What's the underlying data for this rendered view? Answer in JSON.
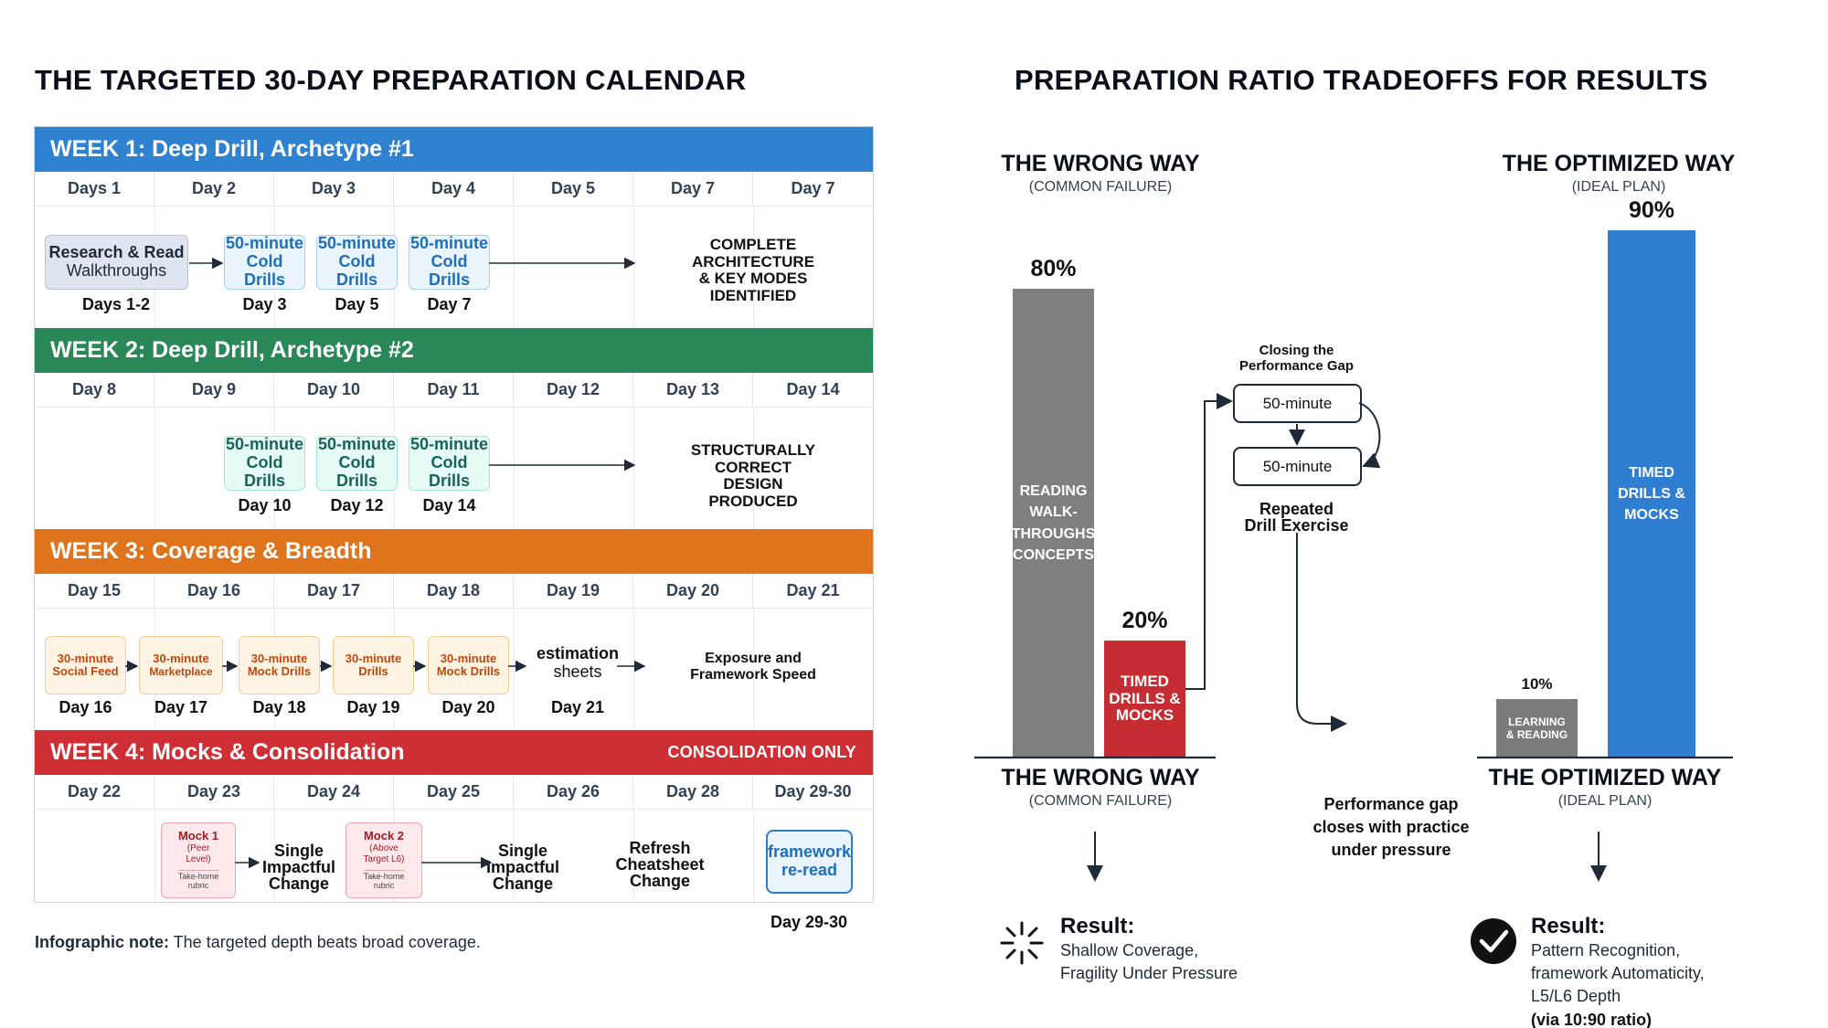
{
  "left_title": "THE TARGETED 30-DAY PREPARATION CALENDAR",
  "right_title": "PREPARATION RATIO TRADEOFFS FOR RESULTS",
  "colors": {
    "week1": "#2f82d0",
    "week2": "#2a8758",
    "week3": "#e0741d",
    "week4": "#cf2e35",
    "wrong_bar": "#7f7f7f",
    "timed_red": "#c62d32",
    "learning_gray": "#7b7b7b",
    "optimized_blue": "#2f7ed2"
  },
  "weeks": [
    {
      "title": "WEEK 1: Deep Drill, Archetype #1",
      "days": [
        "Days 1",
        "Day 2",
        "Day 3",
        "Day 4",
        "Day 5",
        "Day 7",
        "Day 7"
      ],
      "research": {
        "line1": "Research & Read",
        "line2": "Walkthroughs"
      },
      "drill": {
        "line1": "50-minute",
        "line2": "Cold Drills"
      },
      "labels": [
        "Days 1-2",
        "Day 3",
        "Day 5",
        "Day 7"
      ],
      "outcome": [
        "COMPLETE",
        "ARCHITECTURE",
        "& KEY MODES",
        "IDENTIFIED"
      ]
    },
    {
      "title": "WEEK 2: Deep Drill, Archetype #2",
      "days": [
        "Day 8",
        "Day 9",
        "Day 10",
        "Day 11",
        "Day 12",
        "Day 13",
        "Day 14"
      ],
      "drill": {
        "line1": "50-minute",
        "line2": "Cold Drills"
      },
      "labels": [
        "Day 10",
        "Day 12",
        "Day 14"
      ],
      "outcome": [
        "STRUCTURALLY",
        "CORRECT",
        "DESIGN",
        "PRODUCED"
      ]
    },
    {
      "title": "WEEK 3: Coverage & Breadth",
      "days": [
        "Day 15",
        "Day 16",
        "Day 17",
        "Day 18",
        "Day 19",
        "Day 20",
        "Day 21"
      ],
      "boxes": [
        {
          "line1": "30-minute",
          "line2": "Social Feed"
        },
        {
          "line1": "30-minute",
          "line2": "Marketplace"
        },
        {
          "line1": "30-minute",
          "line2": "Mock Drills"
        },
        {
          "line1": "30-minute",
          "line2": "Drills"
        },
        {
          "line1": "30-minute",
          "line2": "Mock Drills"
        }
      ],
      "estimation": {
        "line1": "estimation",
        "line2": "sheets"
      },
      "labels": [
        "Day 16",
        "Day 17",
        "Day 18",
        "Day 19",
        "Day 20",
        "Day 21"
      ],
      "outcome": [
        "Exposure and",
        "Framework Speed"
      ]
    },
    {
      "title": "WEEK 4: Mocks & Consolidation",
      "tag": "CONSOLIDATION ONLY",
      "days": [
        "Day 22",
        "Day 23",
        "Day 24",
        "Day 25",
        "Day 26",
        "Day 28",
        "Day 29-30"
      ],
      "mock1": {
        "title": "Mock 1",
        "sub1": "(Peer",
        "sub2": "Level)",
        "foot1": "Take-home",
        "foot2": "rubric"
      },
      "mock2": {
        "title": "Mock 2",
        "sub1": "(Above",
        "sub2": "Target L6)",
        "foot1": "Take-home",
        "foot2": "rubric"
      },
      "change": [
        "Single",
        "Impactful",
        "Change"
      ],
      "refresh": [
        "Refresh",
        "Cheatsheet",
        "Change"
      ],
      "framework": {
        "line1": "framework",
        "line2": "re-read"
      },
      "final_label": "Day 29-30"
    }
  ],
  "note": {
    "bold": "Infographic note:",
    "text": " The targeted depth beats broad coverage."
  },
  "wrong": {
    "head": "THE WRONG WAY",
    "sub": "(COMMON FAILURE)",
    "big_pct": "80%",
    "big_label": [
      "READING",
      "WALK-",
      "THROUGHS",
      "CONCEPTS"
    ],
    "small_pct": "20%",
    "small_label": [
      "TIMED",
      "DRILLS &",
      "MOCKS"
    ],
    "result_title": "Result:",
    "result_lines": [
      "Shallow Coverage,",
      "Fragility Under Pressure"
    ]
  },
  "optimized": {
    "head": "THE OPTIMIZED WAY",
    "sub": "(IDEAL PLAN)",
    "small_pct": "10%",
    "small_label": [
      "LEARNING",
      "& READING"
    ],
    "big_pct": "90%",
    "big_label": [
      "TIMED",
      "DRILLS &",
      "MOCKS"
    ],
    "result_title": "Result:",
    "result_lines": [
      "Pattern Recognition,",
      "framework Automaticity,",
      "L5/L6 Depth"
    ],
    "result_ratio": "(via 10:90 ratio)"
  },
  "gap": {
    "title": [
      "Closing the",
      "Performance Gap"
    ],
    "box1": "50-minute",
    "box2": "50-minute",
    "repeated": [
      "Repeated",
      "Drill Exercise"
    ],
    "closes": [
      "Performance gap",
      "closes with practice",
      "under pressure"
    ]
  },
  "chart_data": [
    {
      "type": "bar",
      "title": "THE WRONG WAY",
      "categories": [
        "READING WALK-THROUGHS CONCEPTS",
        "TIMED DRILLS & MOCKS"
      ],
      "values": [
        80,
        20
      ],
      "ylim": [
        0,
        100
      ]
    },
    {
      "type": "bar",
      "title": "THE OPTIMIZED WAY",
      "categories": [
        "LEARNING & READING",
        "TIMED DRILLS & MOCKS"
      ],
      "values": [
        10,
        90
      ],
      "ylim": [
        0,
        100
      ]
    }
  ]
}
